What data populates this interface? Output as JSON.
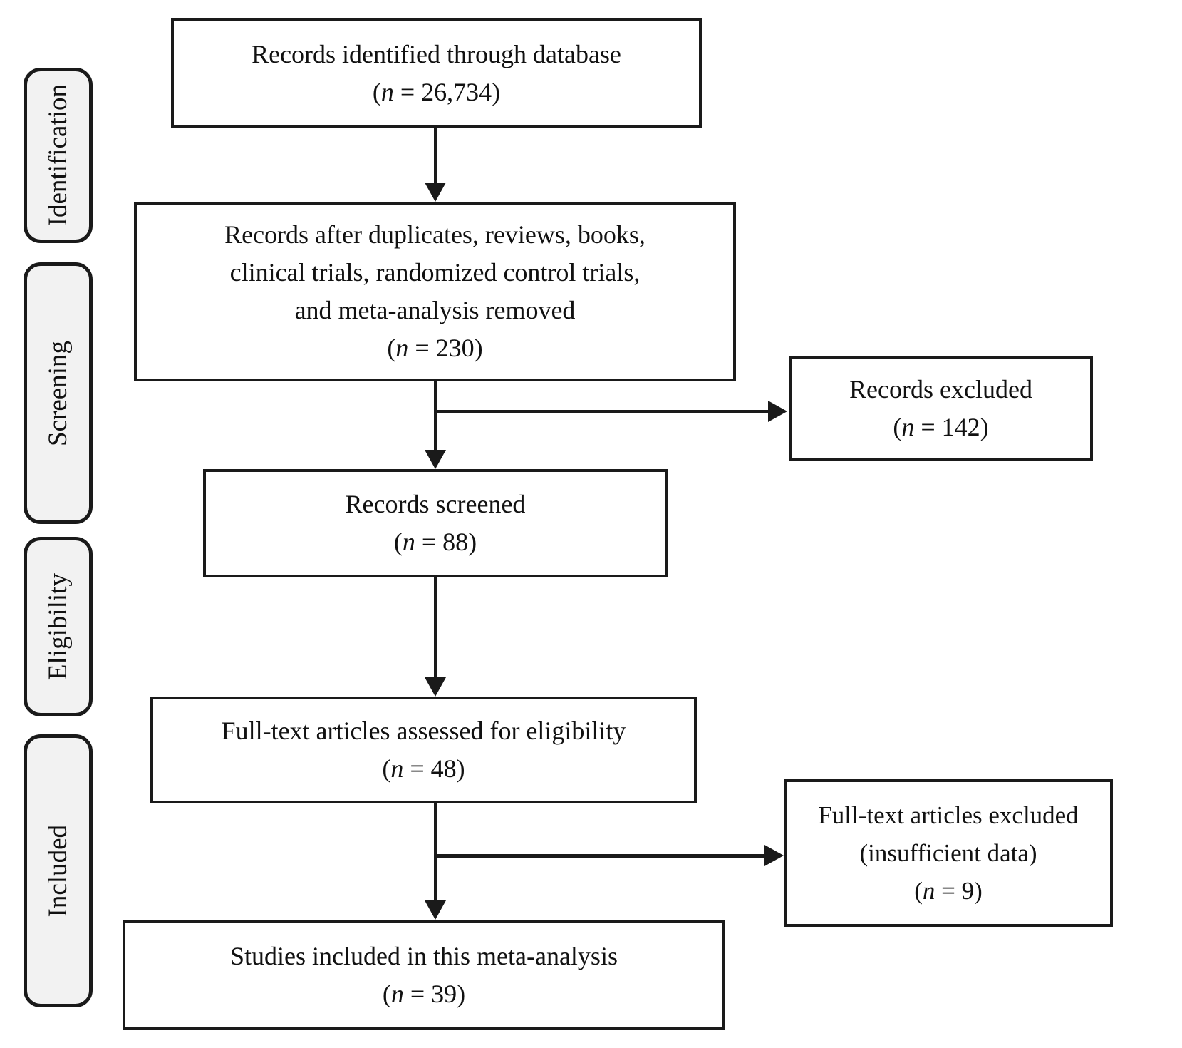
{
  "diagram": {
    "stages": [
      {
        "label": "Identification"
      },
      {
        "label": "Screening"
      },
      {
        "label": "Eligibility"
      },
      {
        "label": "Included"
      }
    ],
    "boxes": {
      "identified": {
        "lines": [
          "Records identified through database"
        ],
        "count": "(n = 26,734)"
      },
      "after_duplicates": {
        "lines": [
          "Records after duplicates, reviews, books,",
          "clinical trials, randomized control trials,",
          "and meta-analysis removed"
        ],
        "count": "(n = 230)"
      },
      "records_excluded": {
        "lines": [
          "Records excluded"
        ],
        "count": "(n = 142)"
      },
      "screened": {
        "lines": [
          "Records screened"
        ],
        "count": "(n = 88)"
      },
      "assessed": {
        "lines": [
          "Full-text articles assessed for eligibility"
        ],
        "count": "(n = 48)"
      },
      "fulltext_excluded": {
        "lines": [
          "Full-text articles excluded",
          "(insufficient data)"
        ],
        "count": "(n = 9)"
      },
      "studies_included": {
        "lines": [
          "Studies included in this meta-analysis"
        ],
        "count": "(n = 39)"
      }
    },
    "colors": {
      "box_border": "#1a1a1a",
      "stage_fill": "#f2f2f2",
      "text": "#111111",
      "background": "#ffffff"
    }
  }
}
